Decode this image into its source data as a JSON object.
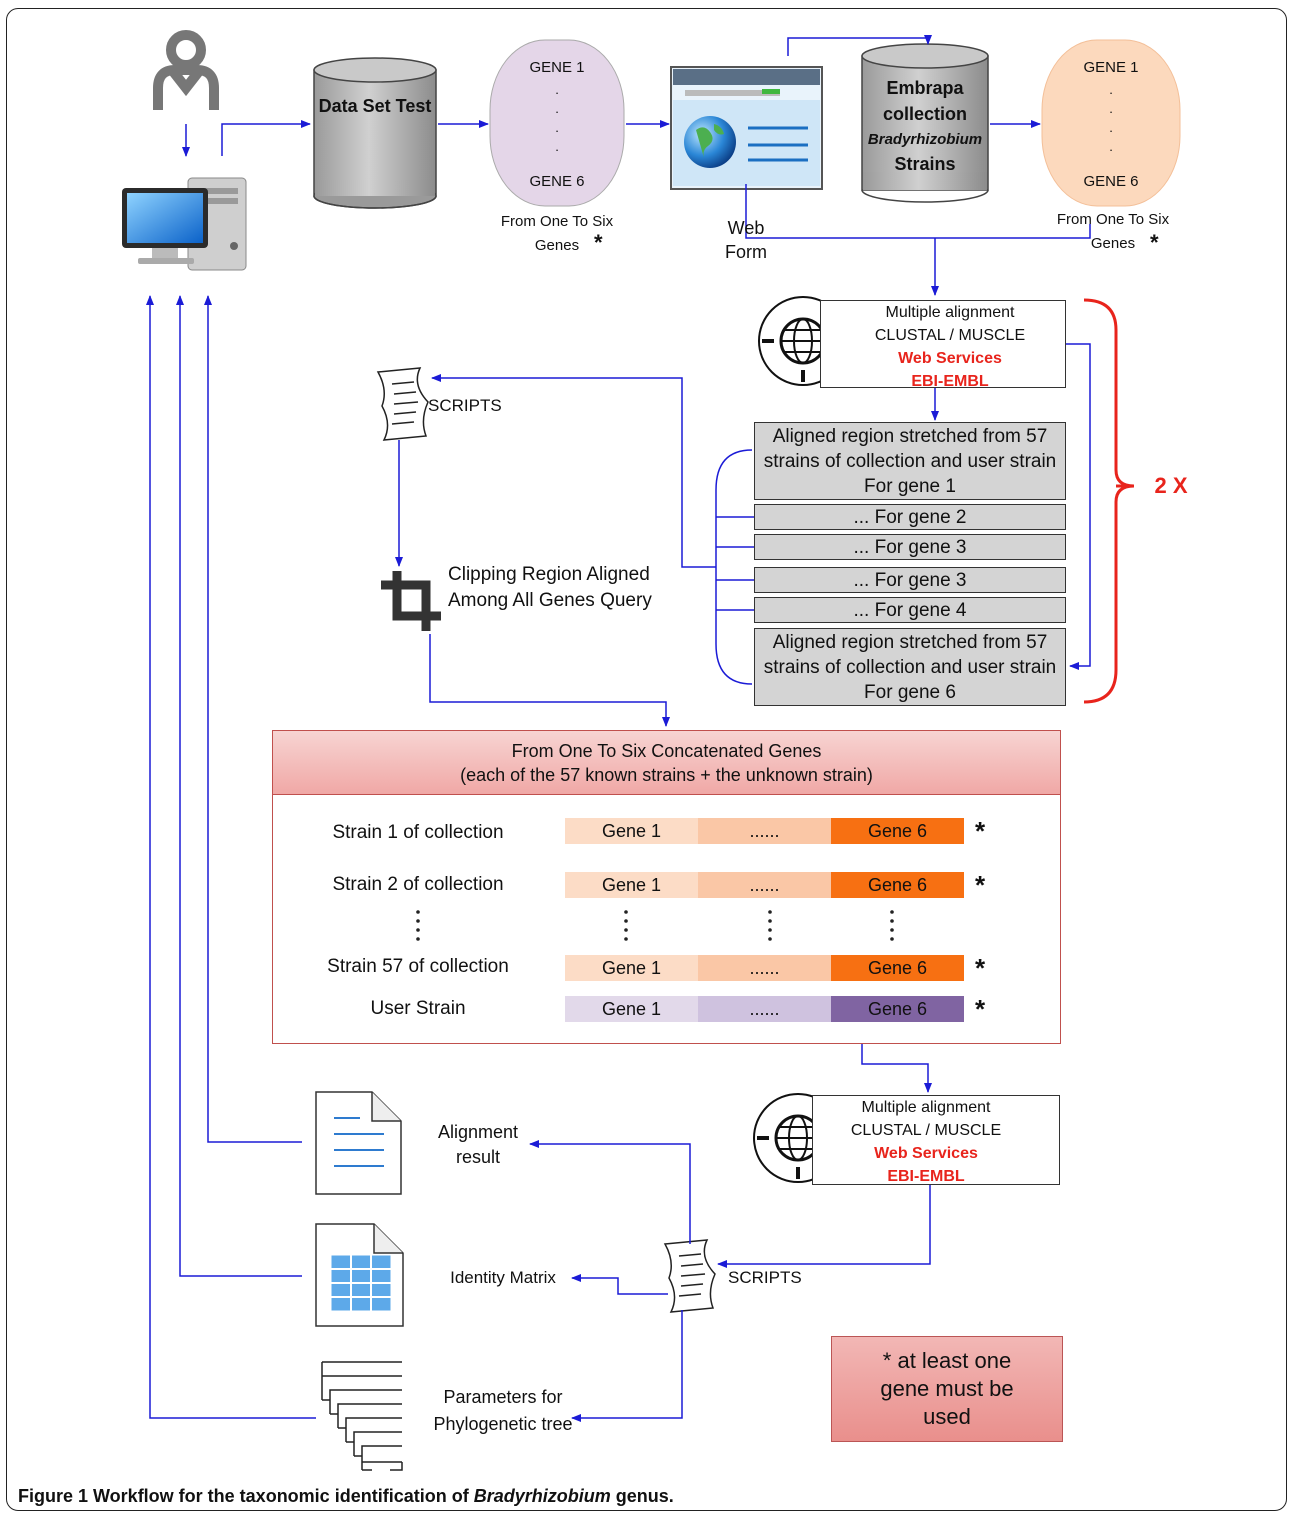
{
  "data_set": "Data Set Test",
  "gene_set_left": {
    "top": "GENE 1",
    "dots": ".\n.\n.\n.",
    "bottom": "GENE 6",
    "caption": "From One To Six Genes",
    "star": "*"
  },
  "web_form": "Web Form",
  "embrapa": {
    "line1": "Embrapa",
    "line2": "collection",
    "line3": "Bradyrhizobium",
    "line4": "Strains"
  },
  "gene_set_right": {
    "top": "GENE 1",
    "dots": ".\n.\n.\n.",
    "bottom": "GENE 6",
    "caption": "From One To Six Genes",
    "star": "*"
  },
  "web_service_1": {
    "line1": "Multiple alignment",
    "line2": "CLUSTAL / MUSCLE",
    "line3": "Web Services",
    "line4": "EBI-EMBL"
  },
  "web_service_2": {
    "line1": "Multiple alignment",
    "line2": "CLUSTAL / MUSCLE",
    "line3": "Web Services",
    "line4": "EBI-EMBL"
  },
  "scripts_top": "SCRIPTS",
  "scripts_bottom": "SCRIPTS",
  "clipping": "Clipping Region Aligned Among All Genes Query",
  "aligned": {
    "first": "Aligned region stretched from 57 strains of collection and user strain For gene 1",
    "rows": [
      "... For gene 2",
      "... For gene 3",
      "... For gene 3",
      "... For gene 4"
    ],
    "last": "Aligned region stretched from 57 strains of collection and user strain For gene 6"
  },
  "repeat": "2 X",
  "concat": {
    "title1": "From One To Six Concatenated Genes",
    "title2": "(each of the 57 known strains + the unknown strain)",
    "rows": [
      {
        "label": "Strain 1 of collection",
        "g1": "Gene 1",
        "mid": "......",
        "g6": "Gene 6",
        "star": "*"
      },
      {
        "label": "Strain 2 of collection",
        "g1": "Gene 1",
        "mid": "......",
        "g6": "Gene 6",
        "star": "*"
      },
      {
        "label": "Strain 57  of collection",
        "g1": "Gene 1",
        "mid": "......",
        "g6": "Gene 6",
        "star": "*"
      },
      {
        "label": "User Strain",
        "g1": "Gene 1",
        "mid": "......",
        "g6": "Gene 6",
        "star": "*"
      }
    ]
  },
  "outputs": {
    "alignment": "Alignment result",
    "identity": "Identity Matrix",
    "tree": "Parameters for Phylogenetic tree"
  },
  "note": "* at least one gene must be used",
  "caption": {
    "prefix": "Figure 1 Workflow for the taxonomic identification of",
    "genus": "Bradyrhizobium",
    "suffix": "genus."
  },
  "colors": {
    "arrow": "#1b1bd6",
    "red_bracket": "#e8241c",
    "orange_light": "#fcdcc6",
    "orange_mid": "#fac7a6",
    "orange_dark": "#f77012",
    "purple_light": "#e2d9ea",
    "purple_mid": "#cfc2df",
    "purple_dark": "#8064a2"
  }
}
